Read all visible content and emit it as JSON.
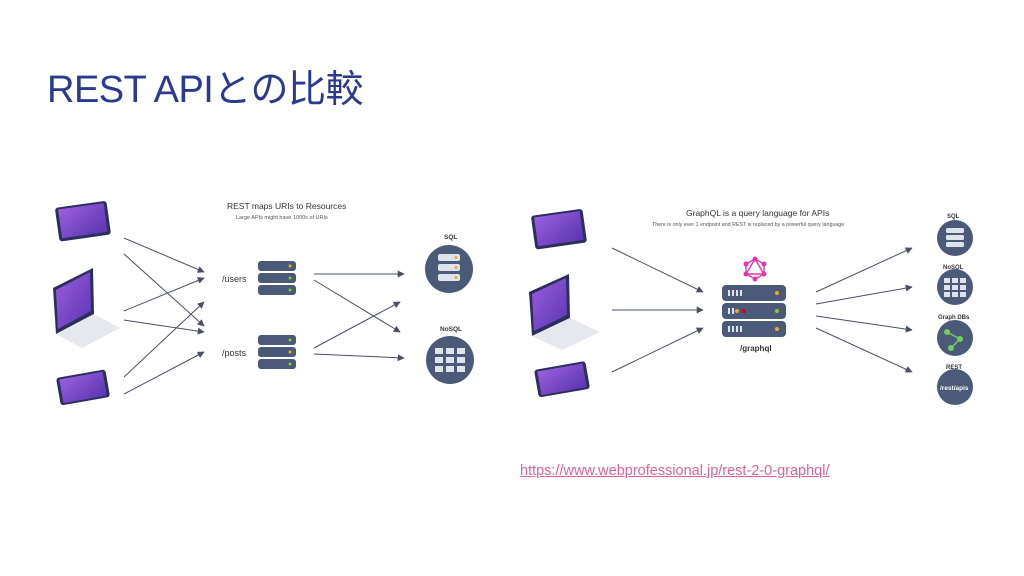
{
  "slide": {
    "title": "REST APIとの比較",
    "source_link": "https://www.webprofessional.jp/rest-2-0-graphql/"
  },
  "rest_diagram": {
    "heading": "REST maps URIs to Resources",
    "subheading": "Large APIs might have 1000s of URIs",
    "endpoints": [
      "/users",
      "/posts"
    ],
    "databases": [
      "SQL",
      "NoSQL"
    ]
  },
  "graphql_diagram": {
    "heading": "GraphQL is a query language for APIs",
    "subheading": "There is only ever 1 endpoint and REST is replaced by a powerful query language",
    "endpoint": "/graphql",
    "backends": [
      "SQL",
      "NoSQL",
      "Graph DBs",
      "REST"
    ],
    "rest_backend_label": "/rest/apis"
  },
  "colors": {
    "title": "#2b3a8e",
    "link": "#e0609a",
    "server": "#4a5a78",
    "db_circle": "#4a5a78",
    "arrow": "#4a5060",
    "device_screen": "#7b4fc9",
    "graphql_logo": "#e535ab"
  }
}
